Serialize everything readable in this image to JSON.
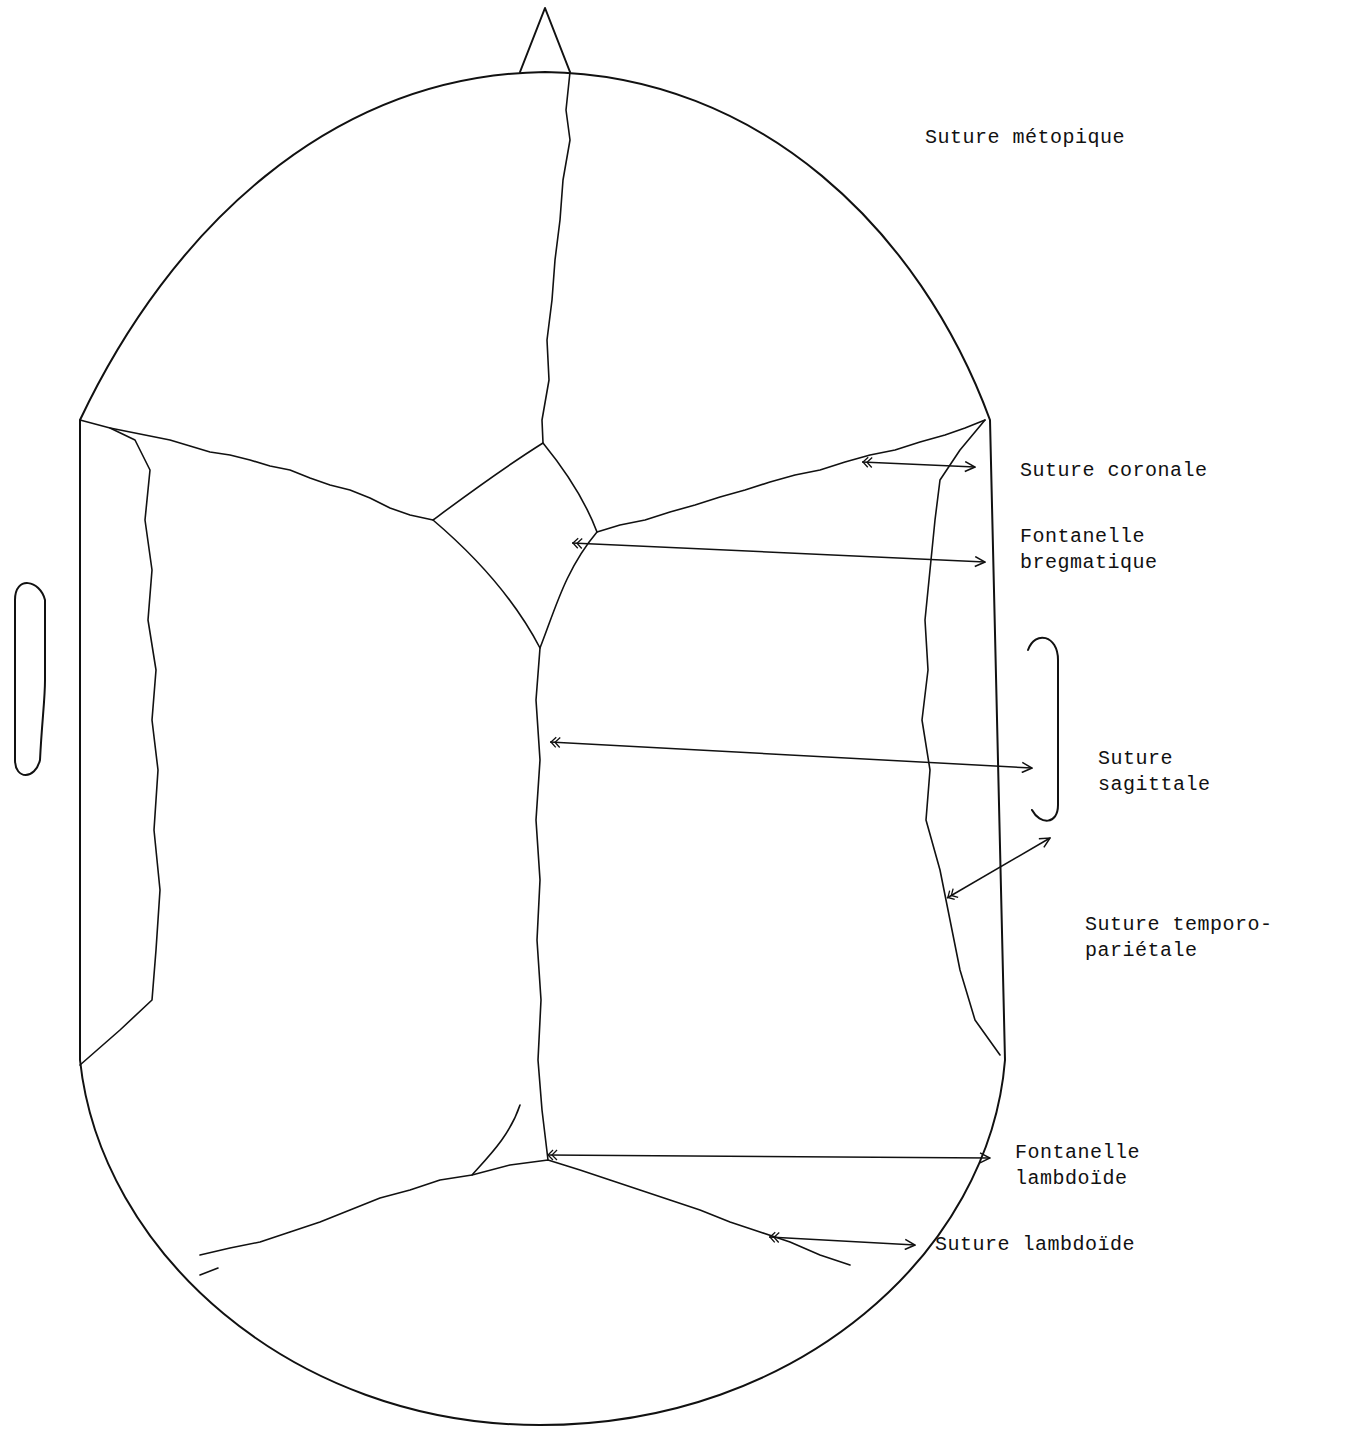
{
  "diagram": {
    "labels": [
      "Suture métopique",
      "Suture coronale",
      "Fontanelle bregmatique",
      "Suture sagittale",
      "Suture temporo-pariétale",
      "Fontanelle lambdoïde",
      "Suture lambdoïde"
    ]
  }
}
